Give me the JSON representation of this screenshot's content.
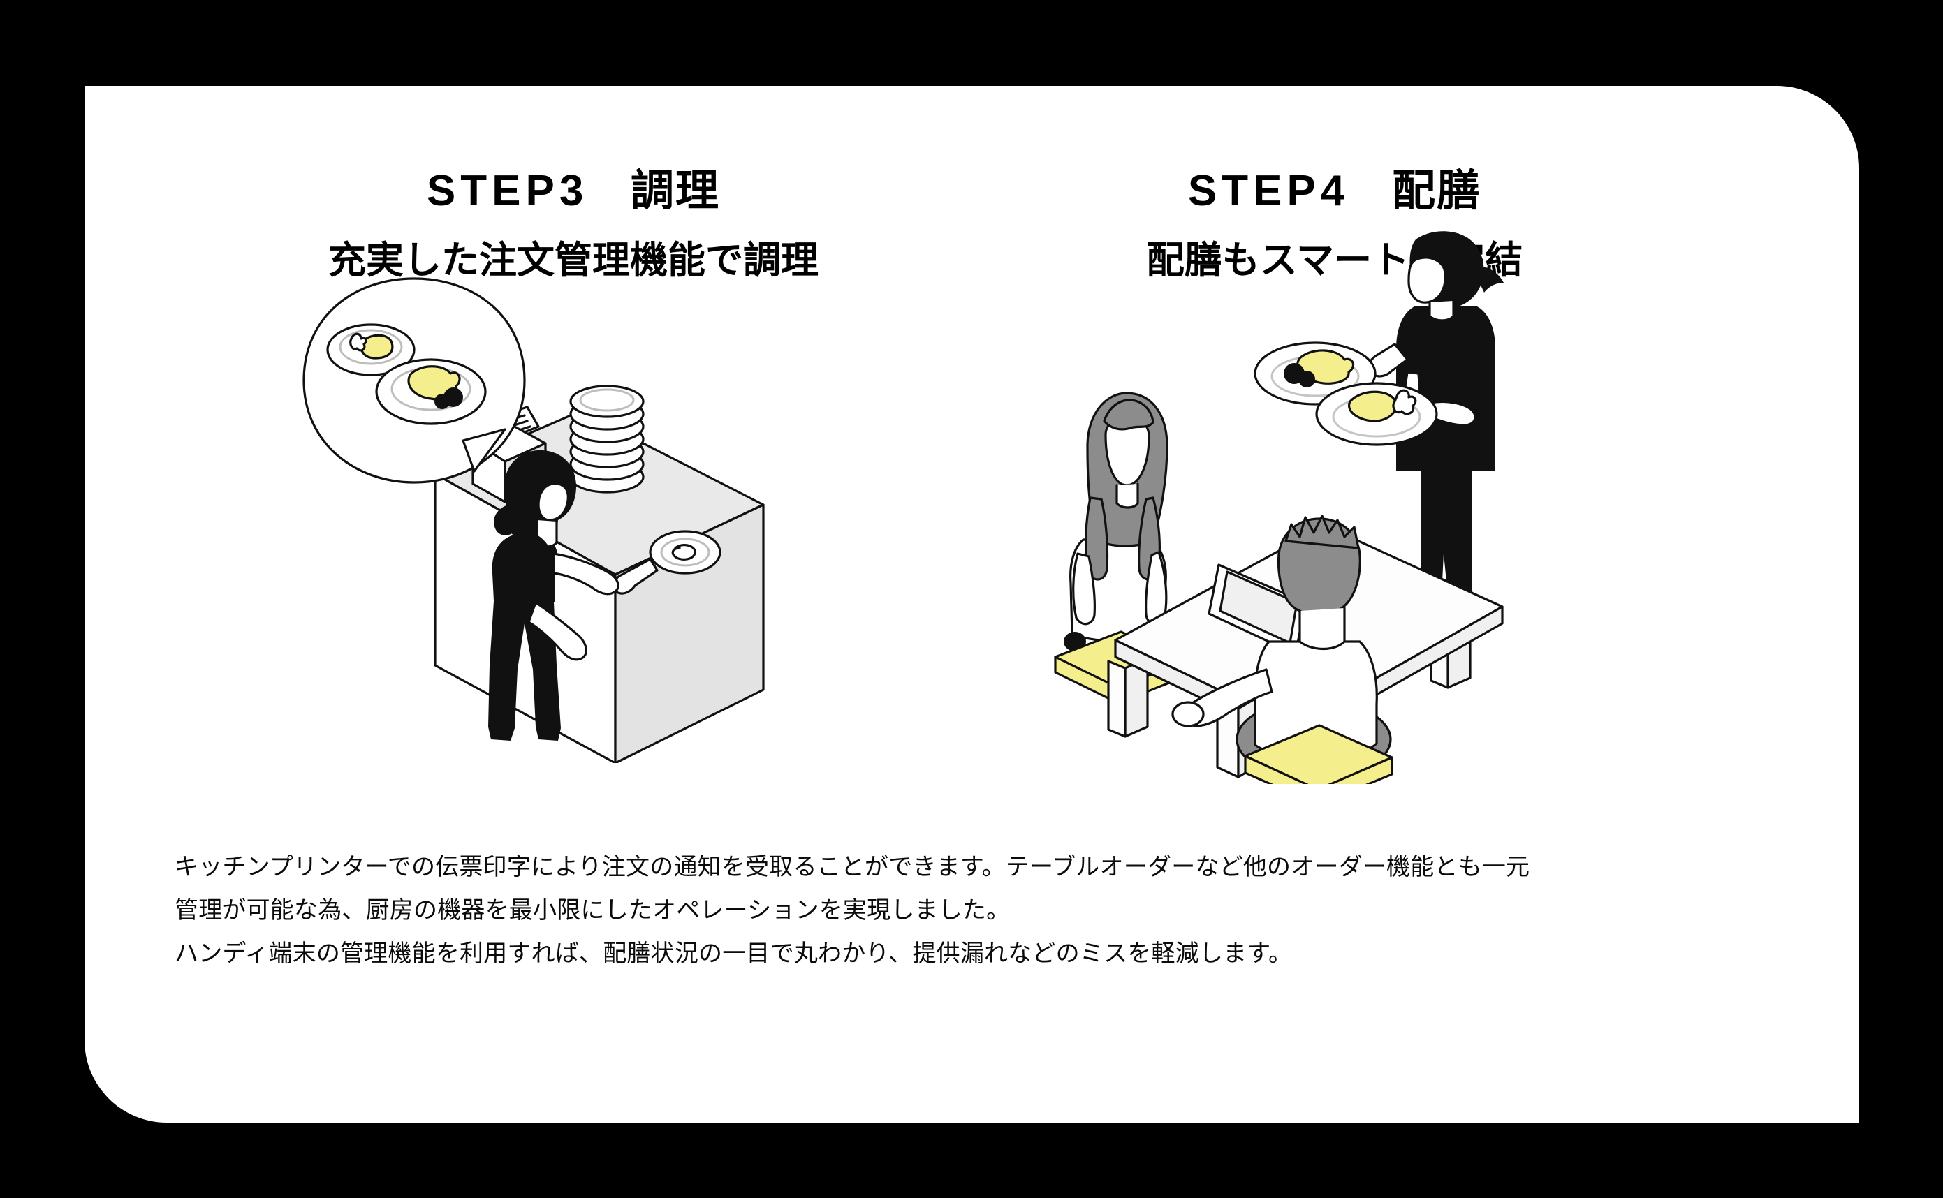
{
  "page": {
    "background_color": "#000000",
    "card_color": "#ffffff",
    "accent_yellow": "#F5EE8C",
    "accent_gray": "#8C8C8C",
    "ink": "#000000"
  },
  "columns": [
    {
      "id": "step3",
      "title_latin": "STEP3",
      "title_jp": "調理",
      "subtitle": "充実した注文管理機能で調理",
      "illustration_name": "kitchen-cook-with-order-printer-illustration",
      "illustration_parts": [
        "speech-bubble",
        "plate-omelette-small",
        "plate-omelette-large",
        "kitchen-counter",
        "stack-of-plates",
        "receipt-printer",
        "printed-receipt",
        "cook-figure",
        "frying-pan"
      ]
    },
    {
      "id": "step4",
      "title_latin": "STEP4",
      "title_jp": "配膳",
      "subtitle": "配膳もスマートに完結",
      "illustration_name": "serving-staff-at-table-illustration",
      "illustration_parts": [
        "server-figure-with-bandana",
        "plate-omelette-left",
        "plate-omelette-right",
        "seated-woman-figure",
        "seated-man-figure",
        "low-table",
        "tablet-stand",
        "yellow-cushion-left",
        "yellow-cushion-right"
      ]
    }
  ],
  "body_copy": {
    "lines": [
      "キッチンプリンターでの伝票印字により注文の通知を受取ることができます。テーブルオーダーなど他のオーダー機能とも一元",
      "管理が可能な為、厨房の機器を最小限にしたオペレーションを実現しました。",
      "ハンディ端末の管理機能を利用すれば、配膳状況の一目で丸わかり、提供漏れなどのミスを軽減します。"
    ]
  }
}
